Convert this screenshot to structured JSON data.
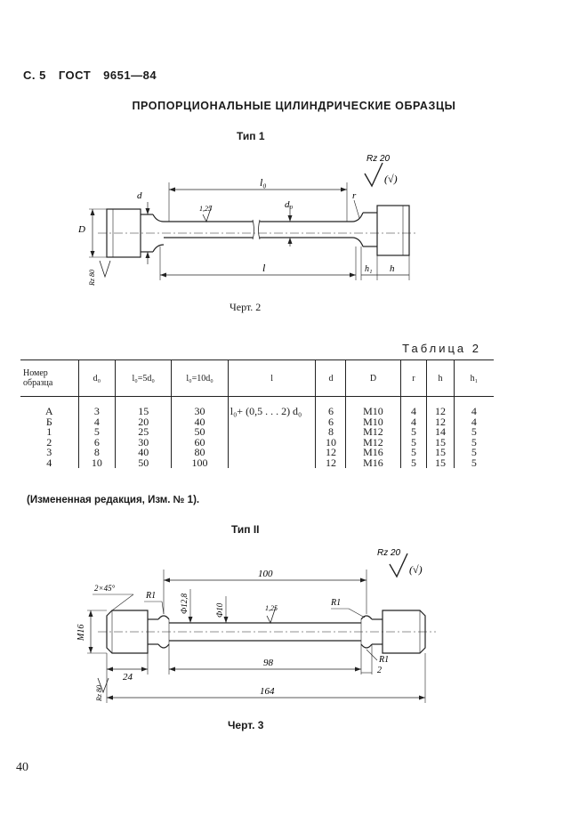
{
  "header": {
    "page": "С. 5",
    "standard": "ГОСТ",
    "number": "9651—84"
  },
  "title": "ПРОПОРЦИОНАЛЬНЫЕ ЦИЛИНДРИЧЕСКИЕ ОБРАЗЦЫ",
  "type1": {
    "label": "Тип 1",
    "caption": "Черт. 2",
    "roughness": "Rz 20",
    "roughness_sub": "(√)",
    "dims": {
      "l0": "l₀",
      "l": "l",
      "d": "d",
      "d0": "d₀",
      "D": "D",
      "r": "r",
      "h": "h",
      "h1": "h₁",
      "surf": "1,25",
      "rz80": "Rz 80"
    }
  },
  "table2": {
    "label": "Таблица 2",
    "headers": [
      "Номер образца",
      "d₀",
      "l₀=5d₀",
      "l₀=10d₀",
      "l",
      "d",
      "D",
      "r",
      "h",
      "h₁"
    ],
    "rows": [
      [
        "А",
        "3",
        "15",
        "30",
        "l₀+ (0,5 . . . 2) d₀",
        "6",
        "М10",
        "4",
        "12",
        "4"
      ],
      [
        "Б",
        "4",
        "20",
        "40",
        "",
        "6",
        "М10",
        "4",
        "12",
        "4"
      ],
      [
        "1",
        "5",
        "25",
        "50",
        "",
        "8",
        "М12",
        "5",
        "14",
        "5"
      ],
      [
        "2",
        "6",
        "30",
        "60",
        "",
        "10",
        "М12",
        "5",
        "15",
        "5"
      ],
      [
        "3",
        "8",
        "40",
        "80",
        "",
        "12",
        "М16",
        "5",
        "15",
        "5"
      ],
      [
        "4",
        "10",
        "50",
        "100",
        "",
        "12",
        "М16",
        "5",
        "15",
        "5"
      ]
    ]
  },
  "note": "(Измененная редакция, Изм. № 1).",
  "type2": {
    "label": "Тип II",
    "caption": "Черт. 3",
    "roughness": "Rz 20",
    "roughness_sub": "(√)",
    "dims": {
      "chamfer": "2×45°",
      "r1a": "R1",
      "r1b": "R1",
      "r1c": "R1",
      "d128": "Ф12,8",
      "d10": "Ф10",
      "len100": "100",
      "surf": "1,25",
      "m16": "М16",
      "len24": "24",
      "len98": "98",
      "two": "2",
      "len164": "164",
      "rz80": "Rz 80"
    }
  },
  "page_number": "40"
}
